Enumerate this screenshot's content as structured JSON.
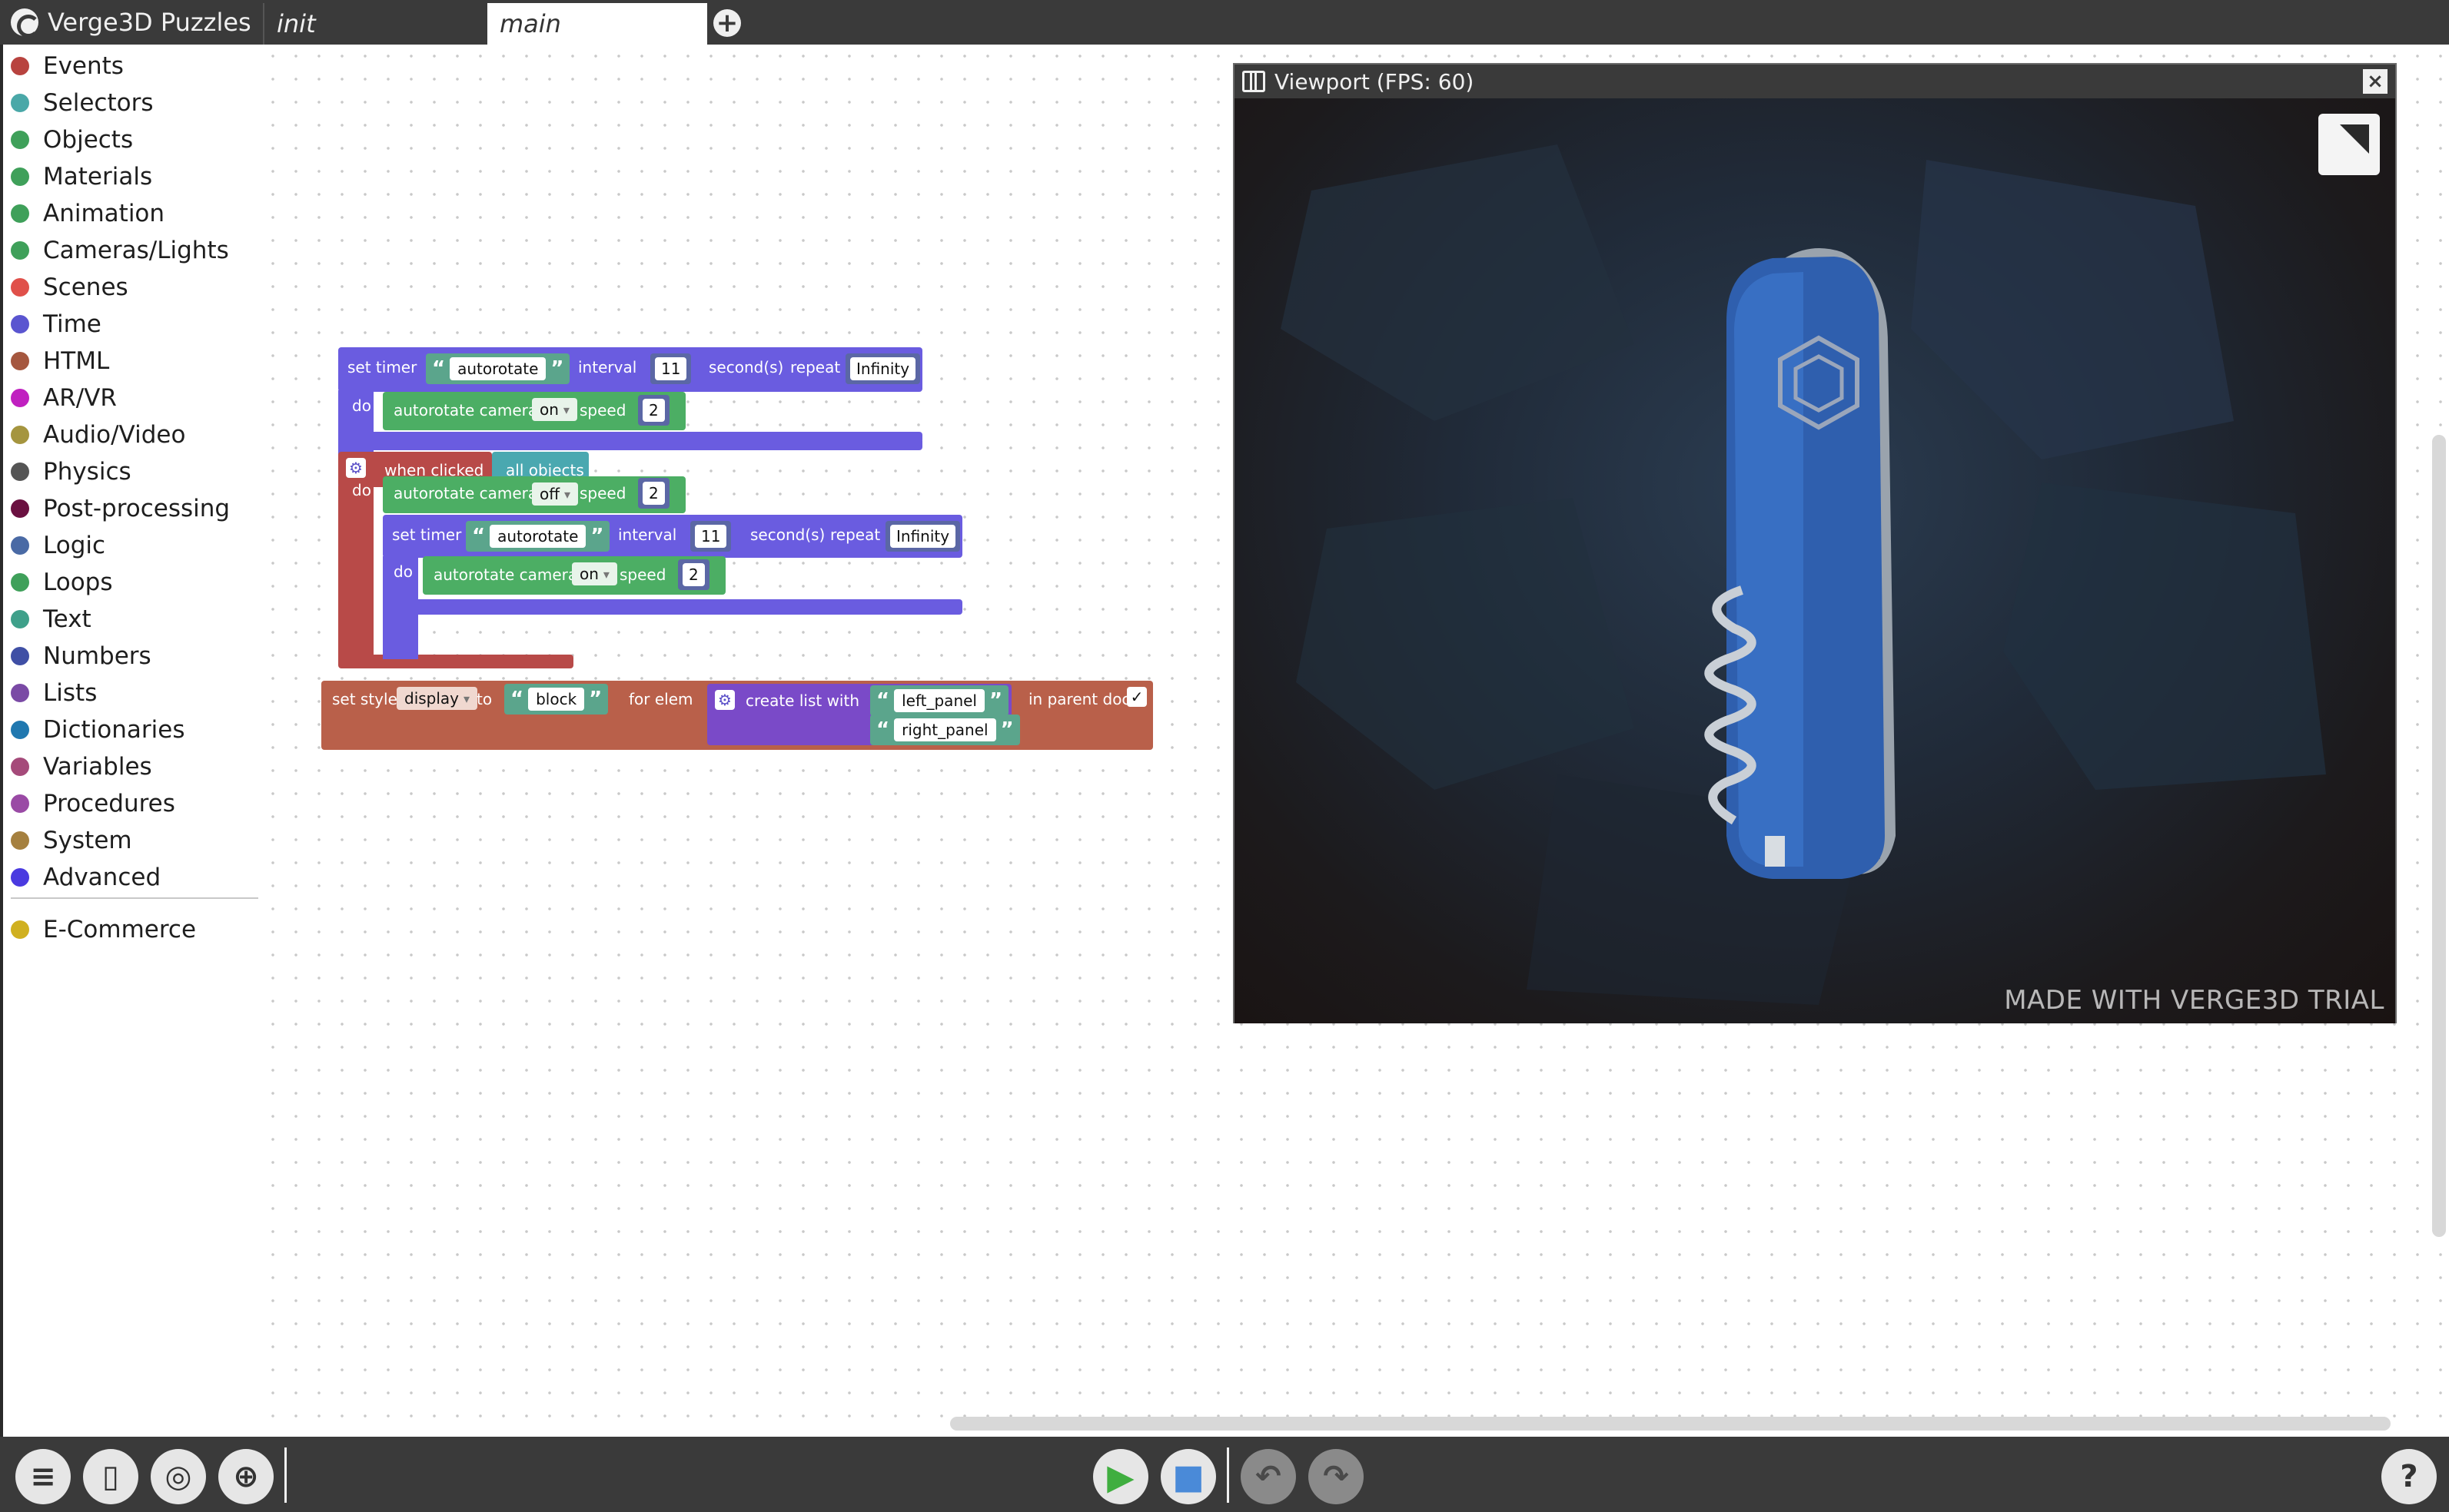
{
  "app": {
    "title": "Verge3D Puzzles",
    "tabs": [
      {
        "label": "init",
        "active": false
      },
      {
        "label": "main",
        "active": true
      }
    ],
    "add_tab_icon": "plus-circle-icon"
  },
  "sidebar": {
    "categories": [
      {
        "label": "Events",
        "color": "#b8433f"
      },
      {
        "label": "Selectors",
        "color": "#4aa8a8"
      },
      {
        "label": "Objects",
        "color": "#3fa05a"
      },
      {
        "label": "Materials",
        "color": "#3fa05a"
      },
      {
        "label": "Animation",
        "color": "#3fa05a"
      },
      {
        "label": "Cameras/Lights",
        "color": "#3fa05a"
      },
      {
        "label": "Scenes",
        "color": "#e0504a"
      },
      {
        "label": "Time",
        "color": "#5a55d0"
      },
      {
        "label": "HTML",
        "color": "#a5573f"
      },
      {
        "label": "AR/VR",
        "color": "#c020c0"
      },
      {
        "label": "Audio/Video",
        "color": "#a5953f"
      },
      {
        "label": "Physics",
        "color": "#555555"
      },
      {
        "label": "Post-processing",
        "color": "#6a1040"
      },
      {
        "label": "Logic",
        "color": "#4a6aa5"
      },
      {
        "label": "Loops",
        "color": "#3fa05a"
      },
      {
        "label": "Text",
        "color": "#3fa08a"
      },
      {
        "label": "Numbers",
        "color": "#3f4fa5"
      },
      {
        "label": "Lists",
        "color": "#7a4aa5"
      },
      {
        "label": "Dictionaries",
        "color": "#2078b0"
      },
      {
        "label": "Variables",
        "color": "#a54a7a"
      },
      {
        "label": "Procedures",
        "color": "#9a4aa5"
      },
      {
        "label": "System",
        "color": "#a5803f"
      },
      {
        "label": "Advanced",
        "color": "#4a3ae0"
      }
    ],
    "extra_categories": [
      {
        "label": "E-Commerce",
        "color": "#d0b020"
      }
    ]
  },
  "blocks": {
    "set_timer_1": {
      "label": "set timer",
      "do": "do",
      "name": "autorotate",
      "interval_label": "interval",
      "interval": "11",
      "seconds_label": "second(s)",
      "repeat_label": "repeat",
      "repeat": "Infinity"
    },
    "autorotate_1": {
      "label": "autorotate camera",
      "state": "on",
      "speed_label": "speed",
      "speed": "2"
    },
    "when_clicked": {
      "label": "when clicked",
      "target": "all objects",
      "do": "do"
    },
    "autorotate_2": {
      "label": "autorotate camera",
      "state": "off",
      "speed_label": "speed",
      "speed": "2"
    },
    "set_timer_2": {
      "label": "set timer",
      "do": "do",
      "name": "autorotate",
      "interval_label": "interval",
      "interval": "11",
      "seconds_label": "second(s)",
      "repeat_label": "repeat",
      "repeat": "Infinity"
    },
    "autorotate_3": {
      "label": "autorotate camera",
      "state": "on",
      "speed_label": "speed",
      "speed": "2"
    },
    "set_style": {
      "label": "set style",
      "property": "display",
      "to_label": "to",
      "value": "block",
      "for_elem_label": "for elem",
      "list_label": "create list with",
      "items": [
        "left_panel",
        "right_panel"
      ],
      "parent_doc_label": "in parent doc",
      "parent_doc_checked": true
    }
  },
  "viewport": {
    "title": "Viewport (FPS: 60)",
    "watermark": "MADE WITH VERGE3D TRIAL",
    "close_icon": "close-icon",
    "fullscreen_icon": "fullscreen-icon"
  },
  "toolbar": {
    "left_buttons": [
      "file-menu-icon",
      "sidebar-toggle-icon",
      "screenshot-icon",
      "focus-target-icon"
    ],
    "center_buttons": [
      "play-icon",
      "save-icon",
      "undo-icon",
      "redo-icon"
    ],
    "help_icon": "help-icon"
  },
  "colors": {
    "topbar": "#3a3a3a",
    "timer_block": "#6a5ce0",
    "camera_block": "#4cae64",
    "event_block": "#b84a48",
    "selector_block": "#4aa8b0",
    "html_block": "#b9604a",
    "list_block": "#7a4ac8",
    "play_button": "#3fae3f",
    "save_button": "#4a8ad8"
  }
}
